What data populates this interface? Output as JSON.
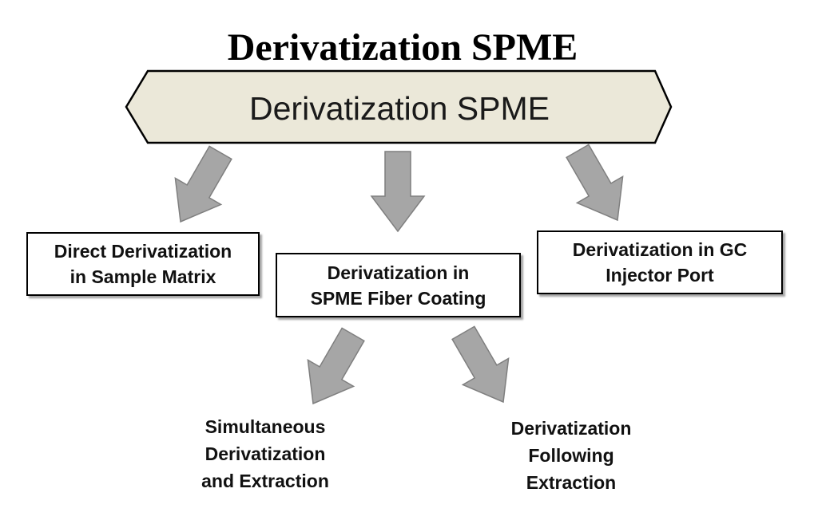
{
  "title": "Derivatization SPME",
  "banner": {
    "label": "Derivatization SPME"
  },
  "methods": [
    {
      "label": "Direct Derivatization\nin Sample Matrix"
    },
    {
      "label": "Derivatization in\nSPME Fiber Coating"
    },
    {
      "label": "Derivatization in GC\nInjector Port"
    }
  ],
  "fiber_coating_modes": [
    {
      "label": "Simultaneous\nDerivatization\nand Extraction"
    },
    {
      "label": "Derivatization\nFollowing\nExtraction"
    }
  ],
  "colors": {
    "banner_fill": "#ebe8d9",
    "arrow_fill": "#a6a6a6",
    "arrow_stroke": "#7f7f7f"
  }
}
